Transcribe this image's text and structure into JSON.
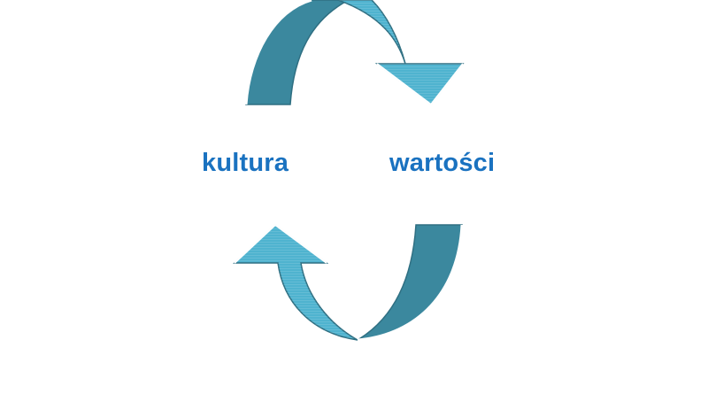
{
  "diagram": {
    "type": "cycle",
    "nodes": [
      {
        "id": "left",
        "label": "kultura"
      },
      {
        "id": "right",
        "label": "wartości"
      }
    ],
    "edges": [
      {
        "from": "left",
        "to": "right",
        "shape": "curved-arrow-top",
        "direction": "clockwise"
      },
      {
        "from": "right",
        "to": "left",
        "shape": "curved-arrow-bottom",
        "direction": "clockwise"
      }
    ]
  },
  "colors": {
    "label_text": "#1a72c0",
    "arrow_light": "#4fb3cf",
    "arrow_dark": "#3b889e",
    "arrow_outline": "#2f6f82",
    "arrow_highlight": "#ffffff"
  }
}
